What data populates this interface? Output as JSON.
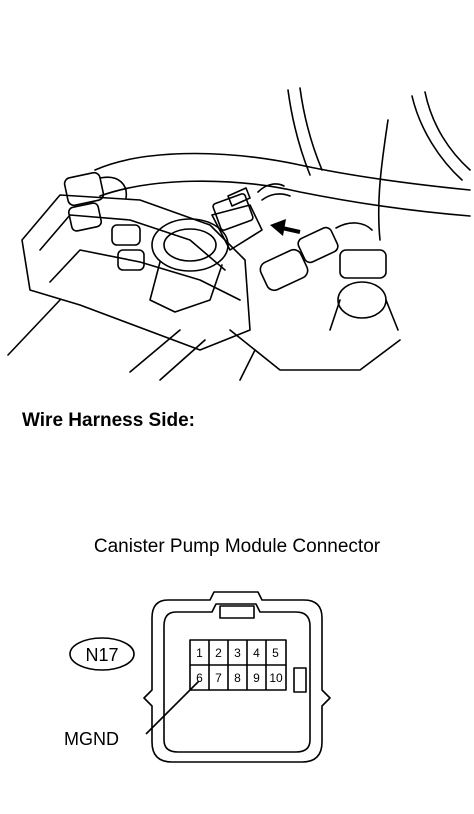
{
  "heading": "Wire Harness Side:",
  "connector": {
    "title": "Canister Pump Module Connector",
    "code": "N17",
    "pins_top": [
      "1",
      "2",
      "3",
      "4",
      "5"
    ],
    "pins_bottom": [
      "6",
      "7",
      "8",
      "9",
      "10"
    ],
    "callout_label": "MGND"
  }
}
